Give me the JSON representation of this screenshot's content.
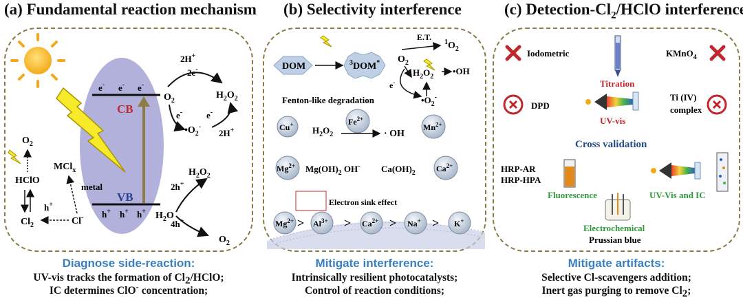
{
  "panel_a": {
    "title_pre": "(a) Fundamental reaction mechanism",
    "cb": "CB",
    "vb": "VB",
    "e": "e",
    "h": "h",
    "minus": "-",
    "plus": "+",
    "o2": "O",
    "two": "2",
    "twoH": "2H",
    "twoe": "2e",
    "h2o2": "H",
    "o": "O",
    "o2rad": "•O",
    "twoh": "2h",
    "fourh": "4h",
    "h2o": "H",
    "h2o_o": "O",
    "hclo": "HClO",
    "cl2": "Cl",
    "cl": "Cl",
    "mclx": "MCl",
    "x": "x",
    "metal": "metal",
    "caption_title": "Diagnose side-reaction:",
    "caption_line1_a": "UV-vis tracks the formation of Cl",
    "caption_line1_b": "/HClO;",
    "caption_line2_a": "IC determines ClO",
    "caption_line2_b": " concentration;"
  },
  "panel_b": {
    "title": "(b) Selectivity interference",
    "dom": "DOM",
    "dom3": "DOM",
    "three": "3",
    "star": "*",
    "et": "E.T.",
    "one": "1",
    "oh": "•OH",
    "fenton": "Fenton-like degradation",
    "cu": "Cu",
    "fe": "Fe",
    "mn": "Mn",
    "two_plus": "2+",
    "ohdot": "· OH",
    "mg": "Mg",
    "mgoh": "Mg(OH)",
    "ohminus": "OH",
    "caoh": "Ca(OH)",
    "ca": "Ca",
    "sink": "Electron sink effect",
    "al": "Al",
    "three_plus": "3+",
    "na": "Na",
    "k": "K",
    "gt": ">",
    "caption_title": "Mitigate interference:",
    "caption_line1": "Intrinsically resilient photocatalysts;",
    "caption_line2": "Control of reaction conditions;"
  },
  "panel_c": {
    "title_pre": "(c) Detection-Cl",
    "title_post": "/HClO interference",
    "iodometric": "Iodometric",
    "kmno4": "KMnO",
    "four": "4",
    "titration": "Titration",
    "dpd": "DPD",
    "ti1": "Ti (IV)",
    "ti2": "complex",
    "uvvis": "UV-vis",
    "cross": "Cross validation",
    "hrp1": "HRP-AR",
    "hrp2": "HRP-HPA",
    "fluor": "Fluorescence",
    "uvic": "UV-Vis and IC",
    "echem": "Electrochemical",
    "prussian": "Prussian blue",
    "caption_title": "Mitigate artifacts:",
    "caption_line1": "Selective Cl-scavengers addition;",
    "caption_line2_a": "Inert gas purging to remove Cl",
    "caption_line2_b": ";"
  },
  "colors": {
    "border": "#8a7a47",
    "caption": "#3a7fbf",
    "cb_red": "#c0282d",
    "vb_blue": "#2a3f8f",
    "green": "#2e9a3c",
    "red_text": "#c0282d",
    "navy": "#234a86",
    "ellipse": "#a9a8d8"
  }
}
